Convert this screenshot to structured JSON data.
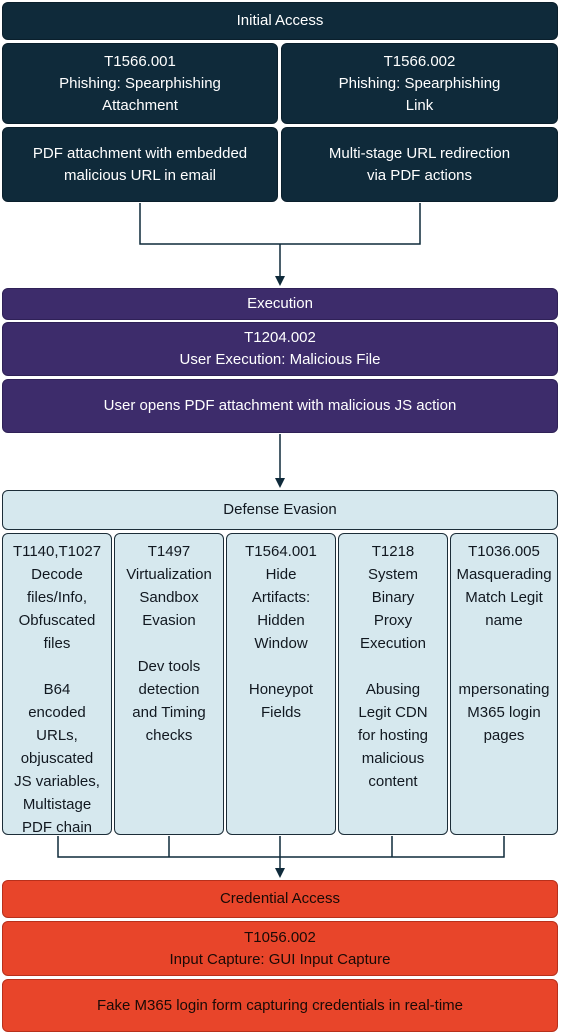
{
  "initial_access": {
    "title": "Initial Access",
    "techniques": [
      {
        "id_name": "T1566.001\nPhishing: Spearphishing\nAttachment",
        "detail": "PDF attachment with embedded\nmalicious URL in email"
      },
      {
        "id_name": "T1566.002\nPhishing: Spearphishing\nLink",
        "detail": "Multi-stage URL redirection\nvia PDF actions"
      }
    ]
  },
  "execution": {
    "title": "Execution",
    "technique": "T1204.002\nUser Execution: Malicious File",
    "detail": "User opens PDF attachment with malicious JS action"
  },
  "defense_evasion": {
    "title": "Defense Evasion",
    "columns": [
      {
        "text": "T1140,T1027\nDecode\nfiles/Info,\nObfuscated\nfiles\n\nB64\nencoded\nURLs,\nobjuscated\nJS variables,\nMultistage\nPDF chain"
      },
      {
        "text": "T1497\nVirtualization\nSandbox\nEvasion\n\nDev tools\ndetection\nand Timing\nchecks"
      },
      {
        "text": "T1564.001\nHide\nArtifacts:\nHidden\nWindow\n\nHoneypot\nFields"
      },
      {
        "text": "T1218\nSystem\nBinary\nProxy\nExecution\n\nAbusing\nLegit CDN\nfor hosting\nmalicious\ncontent"
      },
      {
        "text": "T1036.005\nMasquerading\nMatch Legit\nname\n\n\nmpersonating\nM365 login\npages"
      }
    ]
  },
  "credential_access": {
    "title": "Credential Access",
    "technique": "T1056.002\nInput Capture: GUI Input Capture",
    "detail": "Fake M365 login form capturing credentials in real-time"
  }
}
